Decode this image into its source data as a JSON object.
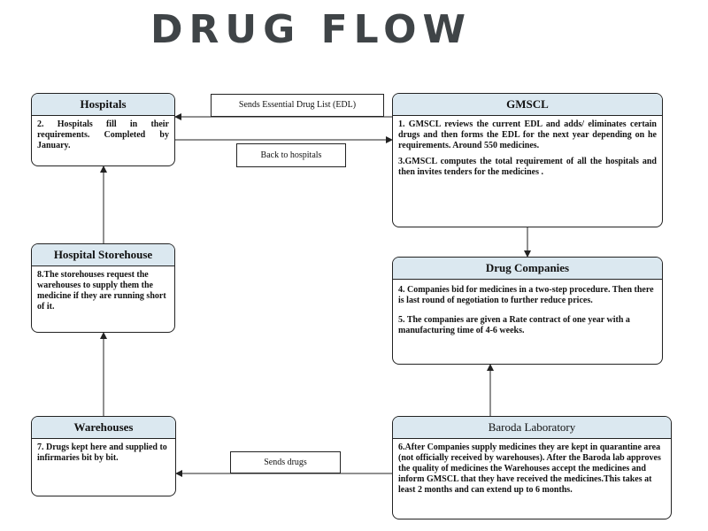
{
  "title": "DRUG FLOW",
  "nodes": {
    "hospitals": {
      "header": "Hospitals",
      "text": "2. Hospitals fill in their requirements. Completed by January."
    },
    "gmscl": {
      "header": "GMSCL",
      "text1": "1. GMSCL reviews the current EDL and adds/ eliminates certain drugs and then  forms the EDL for the next year depending on he requirements. Around 550 medicines.",
      "text2": "3.GMSCL computes the total requirement of all the hospitals and then invites tenders for the medicines ."
    },
    "drug_companies": {
      "header": "Drug Companies",
      "text1": "4. Companies bid for medicines in a two-step procedure. Then there is last round of negotiation to further reduce prices.",
      "text2": "5. The companies are given a Rate contract of one year with a manufacturing time of 4-6 weeks."
    },
    "hospital_storehouse": {
      "header": "Hospital Storehouse",
      "text": "8.The storehouses request the warehouses to supply them the medicine if they are running short of it."
    },
    "warehouses": {
      "header": "Warehouses",
      "text": "7. Drugs kept here and supplied to infirmaries bit by bit."
    },
    "baroda_lab": {
      "header": "Baroda Laboratory",
      "text": "6.After Companies supply medicines they are kept in quarantine area (not officially received by warehouses). After the Baroda lab approves the quality of medicines the Warehouses accept the medicines and inform  GMSCL that they have received the medicines.This takes at least 2 months and can extend up to 6 months."
    }
  },
  "edge_labels": {
    "sends_edl": "Sends Essential Drug List (EDL)",
    "back_to_hospitals": "Back to hospitals",
    "sends_drugs": "Sends drugs"
  },
  "colors": {
    "header_fill": "#dbe8f0",
    "title": "#3f4447",
    "line": "#222222"
  }
}
